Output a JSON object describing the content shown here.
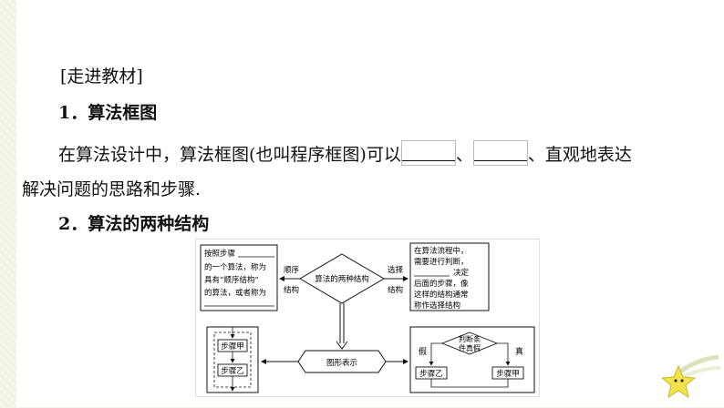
{
  "section_tag": "[走进教材]",
  "heading1": "1．算法框图",
  "para1_a": "在算法设计中，算法框图(也叫程序框图)可以",
  "para1_sep1": "、",
  "para1_sep2": "、直观地表达",
  "para1_line2": "解决问题的思路和步骤.",
  "heading2": "2．算法的两种结构",
  "figure": {
    "left_box": [
      "按照步骤",
      "的一个算法，称为",
      "具有“顺序结构”",
      "的算法，或者称为"
    ],
    "left_arrow_label": [
      "顺序",
      "结构"
    ],
    "center_diamond": "算法的两种结构",
    "right_arrow_label": [
      "选择",
      "结构"
    ],
    "right_box": [
      "在算法流程中，",
      "需要进行判断，",
      "决定",
      "后面的步骤，像",
      "这样的结构通常",
      "称作选择结构"
    ],
    "bottom_center": "图形表示",
    "step_a": "步骤甲",
    "step_b": "步骤乙",
    "decision": [
      "判断条",
      "件真假"
    ],
    "false_label": "假",
    "true_label": "真"
  }
}
